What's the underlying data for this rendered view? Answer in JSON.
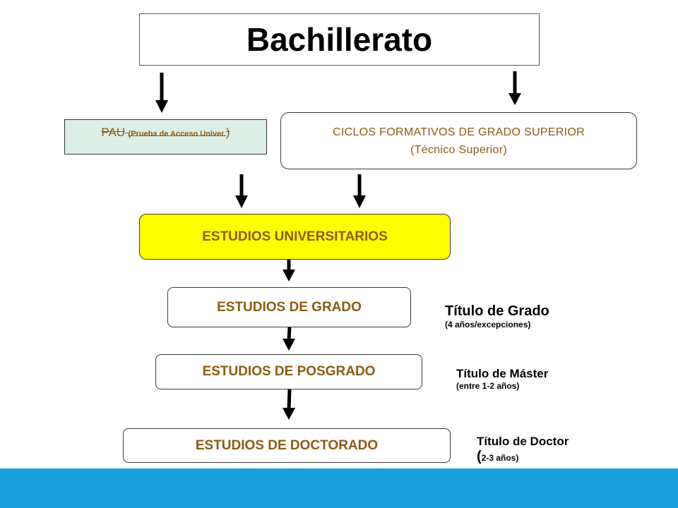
{
  "title": "Bachillerato",
  "pau": {
    "main": "PAU",
    "sub": "(Prueba de Acceso Univer.",
    "close": ")"
  },
  "ciclos": {
    "line1": "CICLOS FORMATIVOS DE GRADO SUPERIOR",
    "line2": "(Técnico Superior)"
  },
  "universitarios": "ESTUDIOS UNIVERSITARIOS",
  "grado": "ESTUDIOS DE GRADO",
  "posgrado": "ESTUDIOS DE POSGRADO",
  "doctorado": "ESTUDIOS DE DOCTORADO",
  "side": {
    "grado_title": "Título de Grado",
    "grado_sub": "(4 años/excepciones)",
    "master_title": "Título de Máster",
    "master_sub": "(entre 1-2 años)",
    "doctor_title": "Título de Doctor",
    "doctor_paren": "(",
    "doctor_sub": "2-3 años)"
  },
  "colors": {
    "highlight": "#ffff00",
    "pau_background": "#dcefe6",
    "box_text": "#8b5a12",
    "footer": "#1a9fdf"
  }
}
